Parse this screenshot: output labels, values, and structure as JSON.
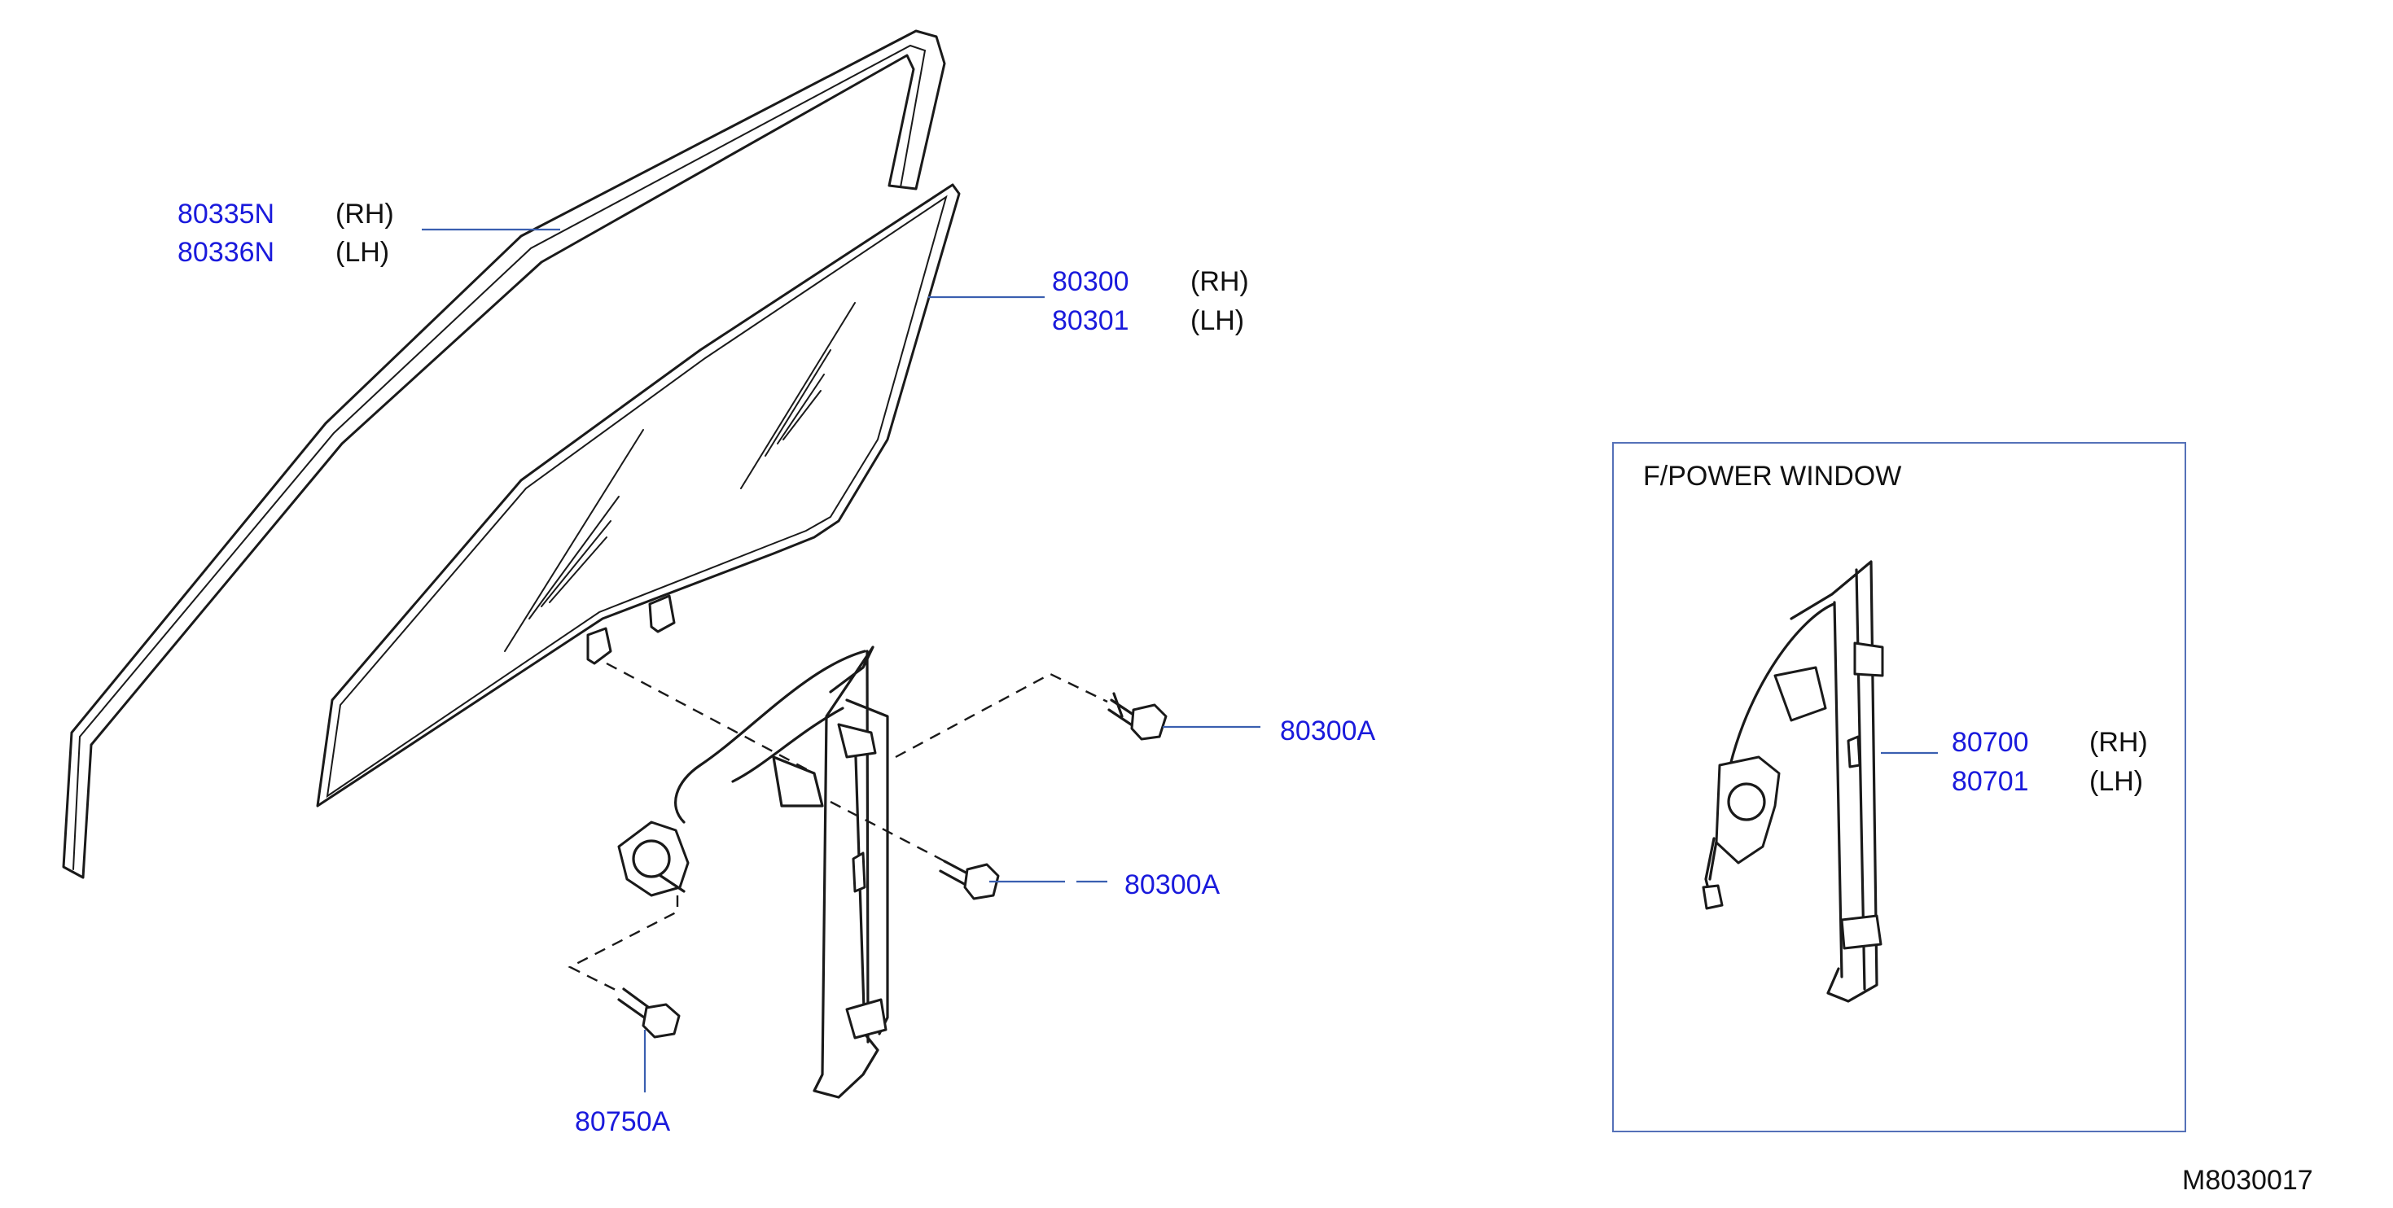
{
  "callouts": {
    "molding": {
      "rh_part": "80335N",
      "rh_side": "(RH)",
      "lh_part": "80336N",
      "lh_side": "(LH)"
    },
    "glass": {
      "rh_part": "80300",
      "rh_side": "(RH)",
      "lh_part": "80301",
      "lh_side": "(LH)"
    },
    "bolt_upper": {
      "part": "80300A"
    },
    "bolt_lower": {
      "part": "80300A"
    },
    "bolt_motor": {
      "part": "80750A"
    },
    "regulator": {
      "rh_part": "80700",
      "rh_side": "(RH)",
      "lh_part": "80701",
      "lh_side": "(LH)"
    }
  },
  "inset": {
    "title": "F/POWER  WINDOW"
  },
  "diagram_code": "M8030017",
  "colors": {
    "part_number": "#1a1adc",
    "leader": "#3a5fb0",
    "inset_border": "#5571b8",
    "line_art": "#1a1a1a"
  }
}
